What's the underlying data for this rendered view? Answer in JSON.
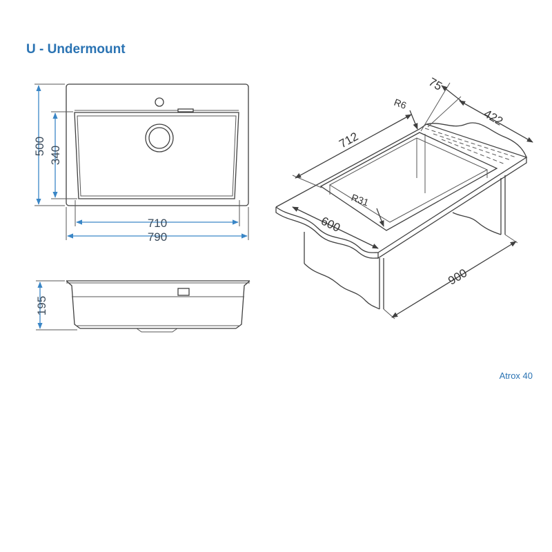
{
  "title": "U - Undermount",
  "model": "Atrox 40",
  "colors": {
    "accent": "#2a73b3",
    "dimension_line": "#3a86c6",
    "ink": "#3f3f3f"
  },
  "top_view": {
    "outer_height": "500",
    "inner_height": "340",
    "inner_width": "710",
    "outer_width": "790"
  },
  "section_view": {
    "depth": "195"
  },
  "install_view": {
    "cutout_length": "712",
    "back_edge": "75",
    "cutout_depth": "422",
    "corner_radius_small": "R6",
    "corner_radius_large": "R31",
    "worktop_depth": "600",
    "cabinet_width": "900"
  }
}
